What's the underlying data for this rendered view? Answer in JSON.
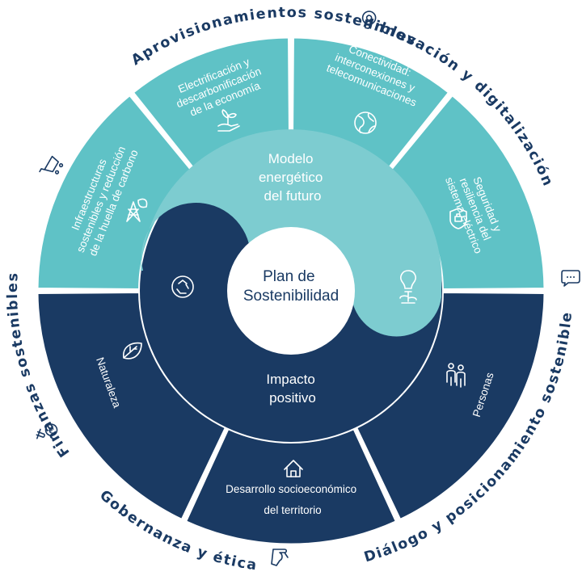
{
  "colors": {
    "dark_blue": "#1a3a63",
    "teal": "#5fc2c6",
    "light_teal": "#7dccd0",
    "white": "#ffffff"
  },
  "center": {
    "line1": "Plan de",
    "line2": "Sostenibilidad"
  },
  "inner": {
    "top": [
      "Modelo",
      "energético",
      "del futuro"
    ],
    "bottom": [
      "Impacto",
      "positivo"
    ]
  },
  "segments": {
    "infra": [
      "Infraestructuras",
      "sostenibles y reducción",
      "de la huella de carbono"
    ],
    "electrificacion": [
      "Electrificación y",
      "descarbonificación",
      "de la economía"
    ],
    "conectividad": [
      "Conectividad:",
      "interconexiones y",
      "telecomunicaciones"
    ],
    "seguridad": [
      "Seguridad y",
      "resiliencia del",
      "sistema eléctrico"
    ],
    "personas": "Personas",
    "desarrollo": [
      "Desarrollo socioeconómico",
      "del territorio"
    ],
    "naturaleza": "Naturaleza"
  },
  "outer_labels": {
    "aprovisionamientos": "Aprovisionamientos sostenibles",
    "innovacion": "Innovación y digitalización",
    "dialogo": "Diálogo y posicionamiento sostenible",
    "gobernanza": "Gobernanza y ética",
    "finanzas": "Finanzas sostenibles"
  },
  "icons": {
    "infra": "tower-leaf-icon",
    "electrificacion": "hand-plant-icon",
    "conectividad": "globe-icon",
    "seguridad": "shield-icon",
    "personas": "people-icon",
    "desarrollo": "house-icon",
    "naturaleza": "leaf-icon",
    "impacto": "recycle-icon",
    "modelo": "lightbulb-plant-icon",
    "aprovisionamientos": "cart-icon",
    "innovacion": "bulb-gear-icon",
    "dialogo": "speech-bubble-icon",
    "gobernanza": "hand-icon",
    "finanzas": "coin-hand-icon"
  }
}
